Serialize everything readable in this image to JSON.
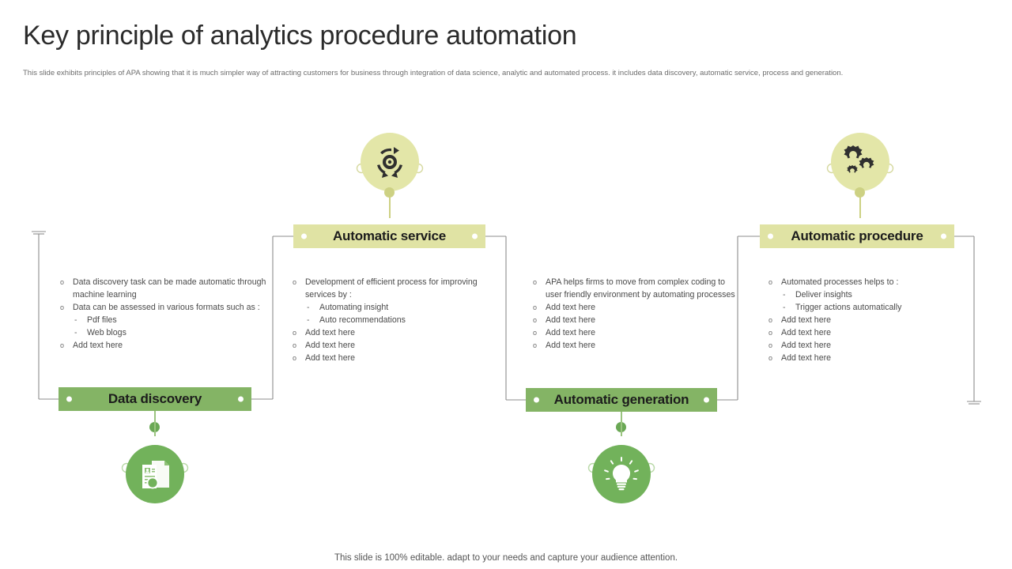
{
  "slide": {
    "title": "Key principle of analytics procedure automation",
    "subtitle": "This slide exhibits principles of APA  showing that it is much simpler way of attracting customers for business through integration of data science, analytic and automated process. it includes data discovery, automatic service, process and generation.",
    "footer": "This slide is 100% editable. adapt to your needs and capture your audience attention."
  },
  "colors": {
    "banner_light": "#e0e3a4",
    "banner_dark": "#84b465",
    "icon_circle_light": "#e3e6a8",
    "icon_circle_dark": "#72b25b",
    "connector_line": "#8c8c8c",
    "title_text": "#2b2b2b",
    "body_text": "#4a4a4a"
  },
  "nodes": [
    {
      "id": "data-discovery",
      "label": "Data discovery",
      "banner_style": "dark",
      "icon": "document-profile-icon",
      "icon_style": "dark",
      "bullets": [
        {
          "level": 1,
          "text": "Data  discovery  task can  be  made automatic  through  machine learning"
        },
        {
          "level": 1,
          "text": "Data  can  be  assessed  in various formats  such  as :"
        },
        {
          "level": 2,
          "text": "Pdf files"
        },
        {
          "level": 2,
          "text": "Web blogs"
        },
        {
          "level": 1,
          "text": "Add text here"
        }
      ]
    },
    {
      "id": "automatic-service",
      "label": "Automatic service",
      "banner_style": "light",
      "icon": "circular-arrows-gear-icon",
      "icon_style": "light",
      "bullets": [
        {
          "level": 1,
          "text": "Development  of efficient  process for improving  services  by :"
        },
        {
          "level": 2,
          "text": "Automating  insight"
        },
        {
          "level": 2,
          "text": "Auto recommendations"
        },
        {
          "level": 1,
          "text": "Add text here"
        },
        {
          "level": 1,
          "text": "Add text here"
        },
        {
          "level": 1,
          "text": "Add text here"
        }
      ]
    },
    {
      "id": "automatic-generation",
      "label": "Automatic generation",
      "banner_style": "dark",
      "icon": "lightbulb-icon",
      "icon_style": "dark",
      "bullets": [
        {
          "level": 1,
          "text": "APA helps firms  to move  from complex coding to user friendly environment   by automating  processes"
        },
        {
          "level": 1,
          "text": "Add text here"
        },
        {
          "level": 1,
          "text": "Add text here"
        },
        {
          "level": 1,
          "text": "Add text here"
        },
        {
          "level": 1,
          "text": "Add text here"
        }
      ]
    },
    {
      "id": "automatic-procedure",
      "label": "Automatic procedure",
      "banner_style": "light",
      "icon": "gears-icon",
      "icon_style": "light",
      "bullets": [
        {
          "level": 1,
          "text": "Automated  processes helps to :"
        },
        {
          "level": 2,
          "text": "Deliver  insights"
        },
        {
          "level": 2,
          "text": "Trigger  actions automatically"
        },
        {
          "level": 1,
          "text": "Add text here"
        },
        {
          "level": 1,
          "text": "Add text here"
        },
        {
          "level": 1,
          "text": "Add text here"
        },
        {
          "level": 1,
          "text": "Add text here"
        }
      ]
    }
  ]
}
